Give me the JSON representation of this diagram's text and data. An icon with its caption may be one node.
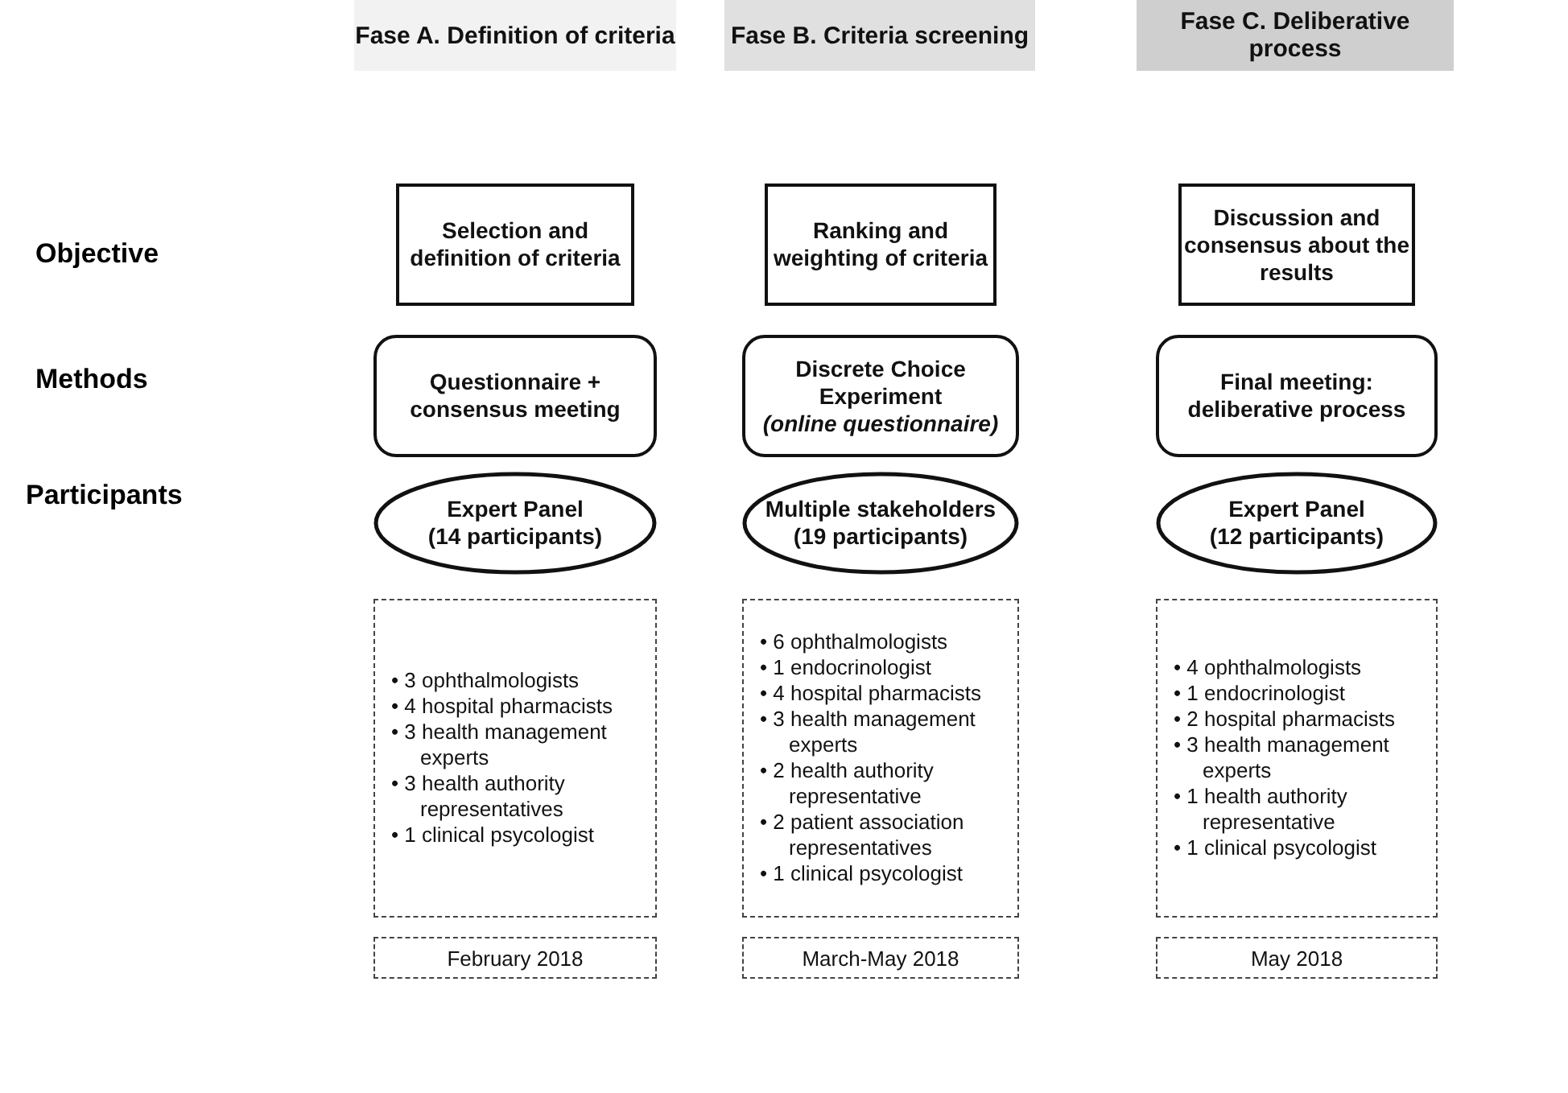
{
  "diagram": {
    "nodes": [
      {
        "text": [
          "Fase A. Definition of criteria"
        ]
      },
      {
        "text": [
          "Fase B. Criteria screening"
        ]
      },
      {
        "text": [
          "Fase C. Deliberative process"
        ]
      },
      {
        "text": [
          "Selection and definition of criteria"
        ]
      },
      {
        "text": [
          "Ranking and weighting of criteria"
        ]
      },
      {
        "text": [
          "Discussion and consensus about the results"
        ]
      },
      {
        "text": [
          "Questionnaire + consensus meeting"
        ]
      },
      {
        "text": [
          "Discrete Choice Experiment",
          "*(online questionnaire)*"
        ]
      },
      {
        "text": [
          "Final meeting: deliberative process"
        ]
      },
      {
        "text": [
          "Expert Panel",
          "(14 participants)"
        ]
      },
      {
        "text": [
          "Multiple stakeholders",
          "(19 participants)"
        ]
      },
      {
        "text": [
          "Expert Panel",
          "(12 participants)"
        ]
      },
      {
        "text": [
          "• 3 ophthalmologists",
          "• 4 hospital pharmacists",
          "• 3 health management experts",
          "• 3 health authority representatives",
          "• 1 clinical psycologist"
        ]
      },
      {
        "text": [
          "• 6 ophthalmologists",
          "• 1 endocrinologist",
          "• 4 hospital pharmacists",
          "• 3 health management experts",
          "• 2 health authority representative",
          "• 2 patient association representatives",
          "• 1 clinical psycologist"
        ]
      },
      {
        "text": [
          "• 4 ophthalmologists",
          "• 1 endocrinologist",
          "• 2 hospital pharmacists",
          "• 3 health management experts",
          "• 1 health authority representative",
          "• 1 clinical psycologist"
        ]
      },
      {
        "text": [
          "February 2018"
        ]
      },
      {
        "text": [
          "March-May 2018"
        ]
      },
      {
        "text": [
          "May 2018"
        ]
      }
    ],
    "labels": [
      "Objective",
      "Methods",
      "Participants"
    ]
  }
}
